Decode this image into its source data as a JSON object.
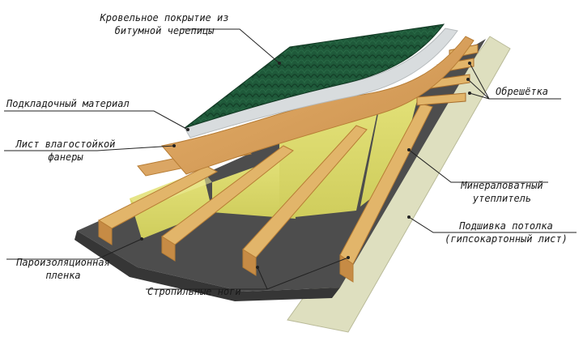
{
  "labels": {
    "roof_covering": [
      "Кровельное покрытие из",
      "битумной черепицы"
    ],
    "underlay": "Подкладочный материал",
    "plywood": [
      "Лист влагостойкой",
      "фанеры"
    ],
    "battens": "Обрешётка",
    "insulation": [
      "Минераловатный",
      "утеплитель"
    ],
    "ceiling": [
      "Подшивка потолка",
      "(гипсокартонный лист)"
    ],
    "vapor_barrier": [
      "Пароизоляционная",
      "пленка"
    ],
    "rafters": "Стропильные ноги"
  },
  "colors": {
    "shingle": "#1f5a3a",
    "shingle_dark": "#133f28",
    "underlay": "#d8dcde",
    "plywood": "#d9a05c",
    "wood": "#e2b56a",
    "wood_dark": "#b77d35",
    "insulation": "#d9d86a",
    "vapor": "#4a4a4a",
    "ceiling": "#dedfbf",
    "leader": "#222222"
  }
}
